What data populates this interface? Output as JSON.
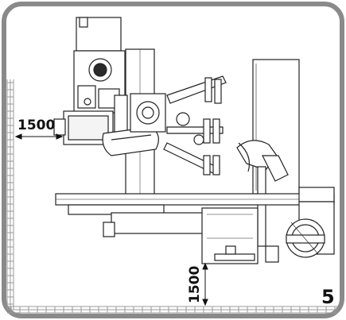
{
  "diagram": {
    "dimension_side": "1500",
    "dimension_bottom": "1500",
    "page_number": "5",
    "colors": {
      "line": "#222222",
      "frame": "#8a8a8a",
      "wall_hatch": "#9a9a9a",
      "fill_light": "#f4f4f4",
      "fill_dark": "#2a2a2a",
      "background": "#ffffff"
    }
  }
}
